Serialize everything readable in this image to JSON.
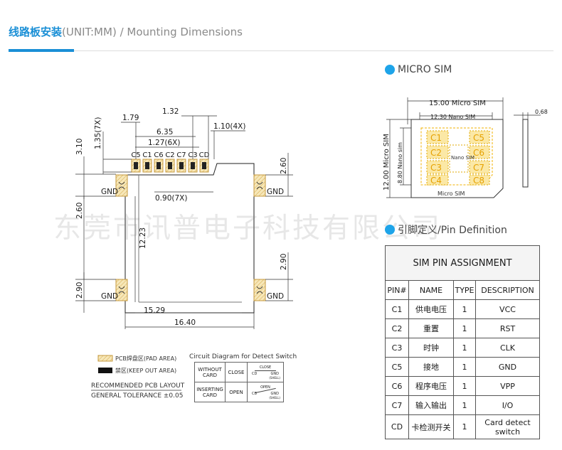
{
  "header": {
    "title_cn": "线路板安装",
    "title_en": "(UNIT:MM) / Mounting Dimensions"
  },
  "drawing": {
    "dims": {
      "d179": "1.79",
      "d132": "1.32",
      "d635": "6.35",
      "d127": "1.27(6X)",
      "d110": "1.10(4X)",
      "d135": "1.35(7X)",
      "d310": "3.10",
      "d260a": "2.60",
      "d090": "0.90(7X)",
      "d260b": "2.60",
      "d1223": "12.23",
      "d290a": "2.90",
      "d290b": "2.90",
      "d1529": "15.29",
      "d1640": "16.40"
    },
    "pins": [
      "C5",
      "C1",
      "C6",
      "C2",
      "C7",
      "C3",
      "CD"
    ],
    "gnd": "GND"
  },
  "legend": {
    "pad": "PCB焊盘区(PAD AREA)",
    "keepout": "禁区(KEEP OUT AREA)",
    "recommended": "RECOMMENDED PCB LAYOUT",
    "tolerance": "GENERAL TOLERANCE ±0.05"
  },
  "switch_diagram": {
    "title": "Circuit Diagram for Detect Switch",
    "rows": [
      {
        "state": "WITHOUT CARD",
        "result": "CLOSE",
        "top": "CLOSE"
      },
      {
        "state": "INSERTING CARD",
        "result": "OPEN",
        "top": "OPEN"
      }
    ],
    "cd": "CD",
    "gnd": "GND",
    "shell": "(SHELL)"
  },
  "micro_sim": {
    "section_title": "MICRO SIM",
    "w_micro": "15.00 Micro SIM",
    "w_nano": "12.30 Nano SIM",
    "h_micro": "12.00 Micro SIM",
    "h_nano": "8.80 Nano sim",
    "thickness": "0.68",
    "nano_label": "Nano SIM",
    "micro_label": "Micro SIM",
    "contacts": [
      "C1",
      "C5",
      "C2",
      "C6",
      "C3",
      "C7",
      "C4",
      "C8"
    ]
  },
  "pin_def": {
    "section_title": "引脚定义/Pin Definition",
    "table_title": "SIM PIN ASSIGNMENT",
    "columns": [
      "PIN#",
      "NAME",
      "TYPE",
      "DESCRIPTION"
    ],
    "rows": [
      {
        "pin": "C1",
        "name": "供电电压",
        "type": "1",
        "desc": "VCC"
      },
      {
        "pin": "C2",
        "name": "重置",
        "type": "1",
        "desc": "RST"
      },
      {
        "pin": "C3",
        "name": "时钟",
        "type": "1",
        "desc": "CLK"
      },
      {
        "pin": "C5",
        "name": "接地",
        "type": "1",
        "desc": "GND"
      },
      {
        "pin": "C6",
        "name": "程序电压",
        "type": "1",
        "desc": "VPP"
      },
      {
        "pin": "C7",
        "name": "输入输出",
        "type": "1",
        "desc": "I/O"
      },
      {
        "pin": "CD",
        "name": "卡检测开关",
        "type": "1",
        "desc": "Card detect switch"
      }
    ]
  },
  "watermark": "东莞市讯普电子科技有限公司"
}
